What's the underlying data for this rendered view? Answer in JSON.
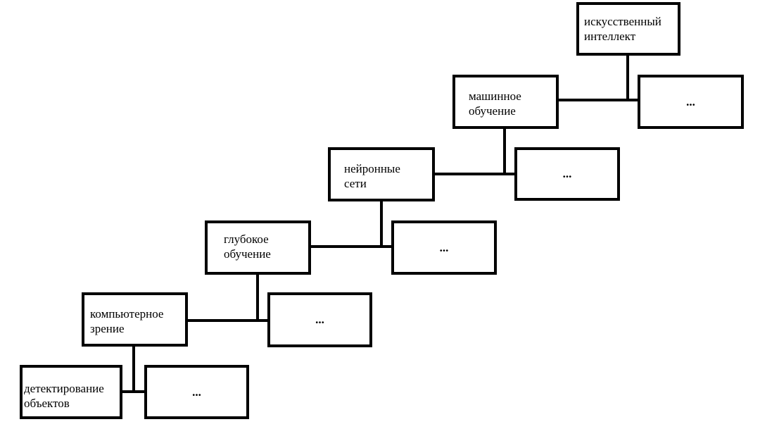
{
  "diagram": {
    "nodes": {
      "ai": "искусственный\nинтеллект",
      "ml": "машинное\nобучение",
      "nn": "нейронные\nсети",
      "dl": "глубокое\nобучение",
      "cv": "компьютерное\nзрение",
      "od": "детектирование\nобъектов"
    },
    "placeholder": "...",
    "edges": [
      {
        "from": "ai",
        "to": "ml"
      },
      {
        "from": "ai",
        "to": "other-1"
      },
      {
        "from": "ml",
        "to": "nn"
      },
      {
        "from": "ml",
        "to": "other-2"
      },
      {
        "from": "nn",
        "to": "dl"
      },
      {
        "from": "nn",
        "to": "other-3"
      },
      {
        "from": "dl",
        "to": "cv"
      },
      {
        "from": "dl",
        "to": "other-4"
      },
      {
        "from": "cv",
        "to": "od"
      },
      {
        "from": "cv",
        "to": "other-5"
      }
    ],
    "colors": {
      "stroke": "#000000",
      "background": "#ffffff"
    }
  }
}
